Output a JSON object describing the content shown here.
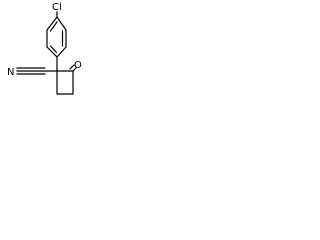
{
  "molecule": {
    "substituent_label": "Cl",
    "nitrile_label": "N",
    "carbonyl_label": "O"
  }
}
